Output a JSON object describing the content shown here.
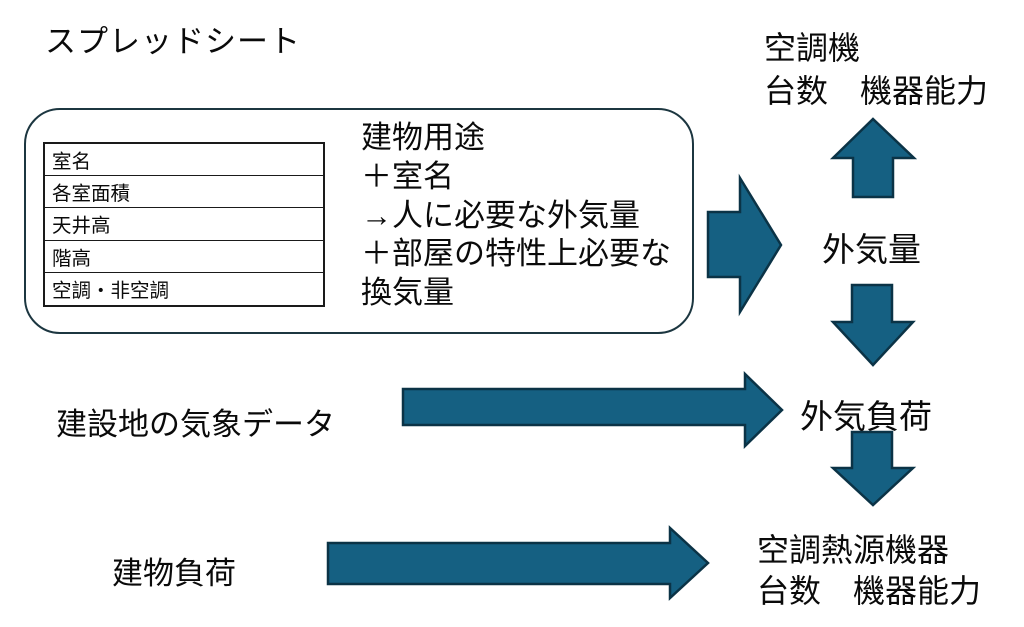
{
  "colors": {
    "arrow_fill": "#156082",
    "arrow_stroke": "#0B3346",
    "box_border": "#1C3640",
    "table_border": "#1A1A1A",
    "text": "#0A0A0A",
    "background": "#FFFFFF"
  },
  "title": "スプレッドシート",
  "spreadsheet_box": {
    "table_rows": [
      "室名",
      "各室面積",
      "天井高",
      "階高",
      "空調・非空調"
    ],
    "description_lines": [
      "建物用途",
      "＋室名",
      "→人に必要な外気量",
      "＋部屋の特性上必要な",
      "換気量"
    ]
  },
  "labels": {
    "ac_unit_line1": "空調機",
    "ac_unit_line2": "台数　機器能力",
    "outdoor_air_volume": "外気量",
    "outdoor_air_load": "外気負荷",
    "heat_source_line1": "空調熱源機器",
    "heat_source_line2": "台数　機器能力",
    "weather_data": "建設地の気象データ",
    "building_load": "建物負荷"
  },
  "arrows": {
    "box_to_outdoor_air": "right",
    "outdoor_air_to_ac_unit": "up",
    "outdoor_air_to_outdoor_load": "down",
    "outdoor_load_to_heat_source": "down",
    "weather_to_outdoor_load": "right",
    "building_load_to_heat_source": "right"
  }
}
